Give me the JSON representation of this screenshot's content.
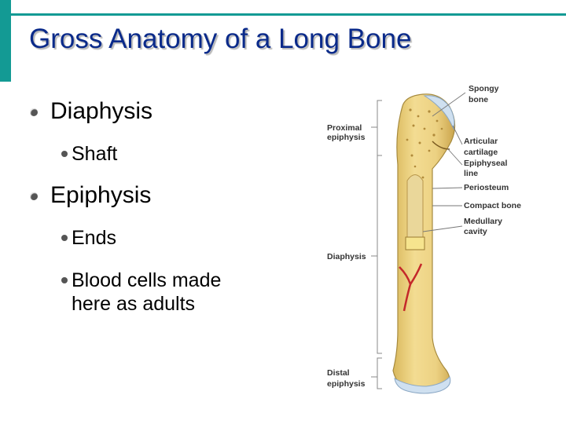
{
  "slide": {
    "title": "Gross Anatomy of a Long Bone",
    "bullets": [
      {
        "text": "Diaphysis",
        "sub": [
          "Shaft"
        ]
      },
      {
        "text": "Epiphysis",
        "sub": [
          "Ends",
          "Blood cells made",
          "here as adults"
        ]
      }
    ]
  },
  "diagram": {
    "left_labels": [
      "Proximal",
      "epiphysis",
      "Diaphysis",
      "Distal",
      "epiphysis"
    ],
    "right_labels": [
      "Spongy",
      "bone",
      "Articular",
      "cartilage",
      "Epiphyseal",
      "line",
      "Periosteum",
      "Compact bone",
      "Medullary",
      "cavity"
    ],
    "colors": {
      "accent": "#139a94",
      "title": "#0a2a8a",
      "bone": "#e9cf7e",
      "cartilage": "#cfe0f0",
      "vessel": "#c4282a"
    }
  }
}
